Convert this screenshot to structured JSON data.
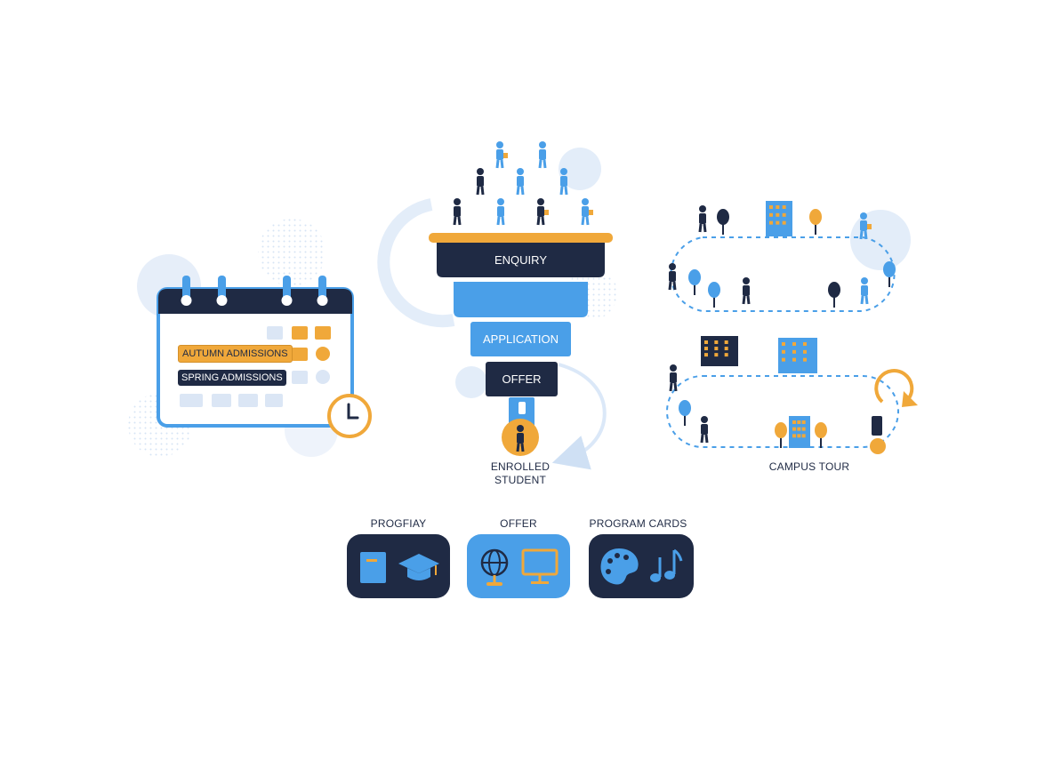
{
  "colors": {
    "navy": "#1f2a44",
    "blue": "#4a9fe8",
    "light_blue": "#dbe9f9",
    "orange": "#f0a83a",
    "white": "#ffffff"
  },
  "calendar": {
    "autumn_label": "AUTUMN ADMISSIONS",
    "spring_label": "SPRING ADMISSIONS"
  },
  "funnel": {
    "stages": [
      "ENQUIRY",
      "APPLICATION",
      "OFFER"
    ],
    "result_label": "ENROLLED STUDENT"
  },
  "campus_tour": {
    "label": "CAMPUS TOUR"
  },
  "cards": [
    {
      "title": "PROGFIAY",
      "icons": [
        "book-icon",
        "graduation-cap-icon"
      ],
      "color": "#1f2a44"
    },
    {
      "title": "OFFER",
      "icons": [
        "globe-icon",
        "monitor-icon"
      ],
      "color": "#4a9fe8"
    },
    {
      "title": "PROGRAM CARDS",
      "icons": [
        "palette-icon",
        "music-note-icon"
      ],
      "color": "#1f2a44"
    }
  ]
}
